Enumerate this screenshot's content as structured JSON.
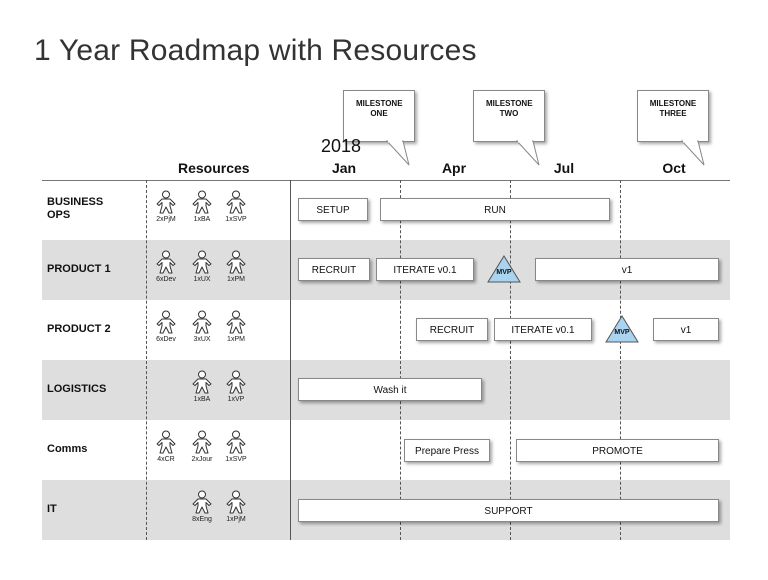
{
  "title": "1 Year Roadmap with Resources",
  "milestones": [
    {
      "label": "MILESTONE ONE"
    },
    {
      "label": "MILESTONE TWO"
    },
    {
      "label": "MILESTONE THREE"
    }
  ],
  "year": "2018",
  "resources_header": "Resources",
  "months": [
    "Jan",
    "Apr",
    "Jul",
    "Oct"
  ],
  "rows": [
    {
      "label": "BUSINESS OPS",
      "resources": [
        "2xPjM",
        "1xBA",
        "1xSVP"
      ],
      "tasks": [
        "SETUP",
        "RUN"
      ]
    },
    {
      "label": "PRODUCT 1",
      "resources": [
        "6xDev",
        "1xUX",
        "1xPM"
      ],
      "tasks": [
        "RECRUIT",
        "ITERATE v0.1",
        "v1"
      ],
      "milestone_marker": "MVP"
    },
    {
      "label": "PRODUCT 2",
      "resources": [
        "6xDev",
        "3xUX",
        "1xPM"
      ],
      "tasks": [
        "RECRUIT",
        "ITERATE v0.1",
        "v1"
      ],
      "milestone_marker": "MVP"
    },
    {
      "label": "LOGISTICS",
      "resources": [
        "1xBA",
        "1xVP"
      ],
      "tasks": [
        "Wash it"
      ]
    },
    {
      "label": "Comms",
      "resources": [
        "4xCR",
        "2xJour",
        "1xSVP"
      ],
      "tasks": [
        "Prepare Press",
        "PROMOTE"
      ]
    },
    {
      "label": "IT",
      "resources": [
        "8xEng",
        "1xPjM"
      ],
      "tasks": [
        "SUPPORT"
      ]
    }
  ],
  "colors": {
    "mvp_fill": "#a9d3ef",
    "row_shade": "#dedede",
    "title": "#333333"
  }
}
